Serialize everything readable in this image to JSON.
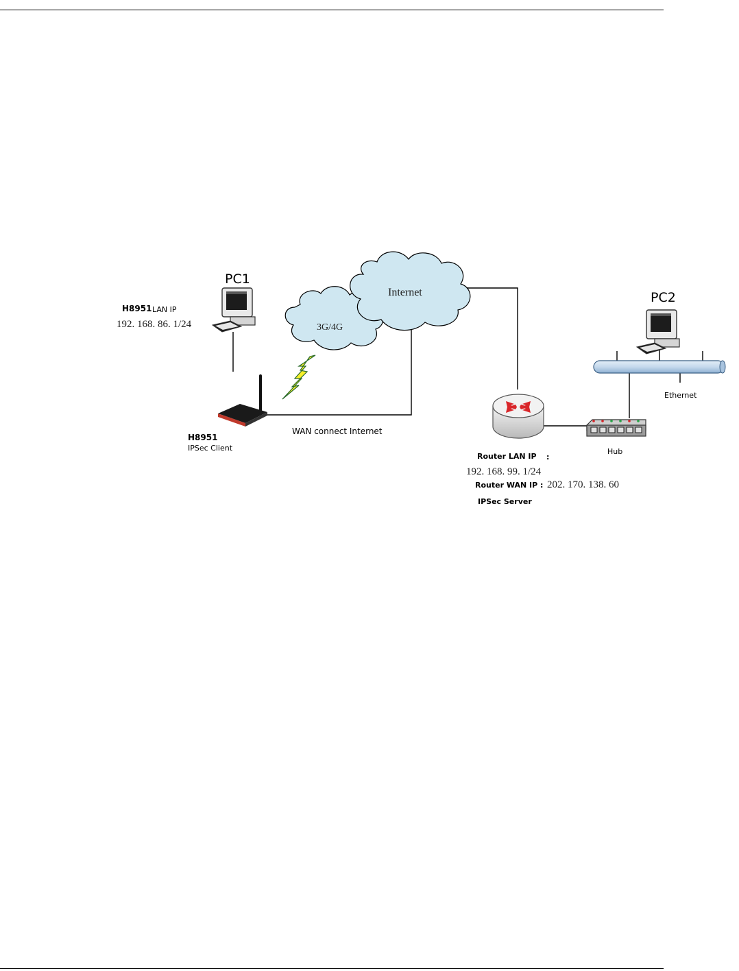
{
  "diagram": {
    "nodes": {
      "pc1": {
        "title": "PC1",
        "icon": "desktop-computer-icon"
      },
      "pc2": {
        "title": "PC2",
        "icon": "desktop-computer-icon"
      },
      "cloud_cellular": {
        "label": "3G/4G",
        "icon": "cloud-icon"
      },
      "cloud_internet": {
        "label": "Internet",
        "icon": "cloud-icon"
      },
      "h8951": {
        "name": "H8951",
        "role": "IPSec Client",
        "icon": "cellular-router-icon"
      },
      "router": {
        "icon": "router-icon"
      },
      "hub": {
        "label": "Hub",
        "icon": "hub-icon"
      },
      "ethernet": {
        "label": "Ethernet",
        "icon": "ethernet-bus-icon"
      }
    },
    "labels": {
      "h8951_lan_prefix": "H8951",
      "h8951_lan_suffix": "LAN IP",
      "h8951_lan_ip": "192. 168. 86. 1/24",
      "wan_connect": "WAN connect Internet",
      "router_lan_label": "Router LAN IP",
      "router_lan_colon": ":",
      "router_lan_ip": "192. 168. 99. 1/24",
      "router_wan_label": "Router WAN IP :",
      "router_wan_ip": "202. 170. 138. 60",
      "ipsec_server": "IPSec Server"
    },
    "colors": {
      "cloud_fill": "#cfe7f1",
      "bus_fill": "#c5d9ec",
      "lightning": "#f7ef2a",
      "router_arrows": "#d9262a"
    }
  }
}
